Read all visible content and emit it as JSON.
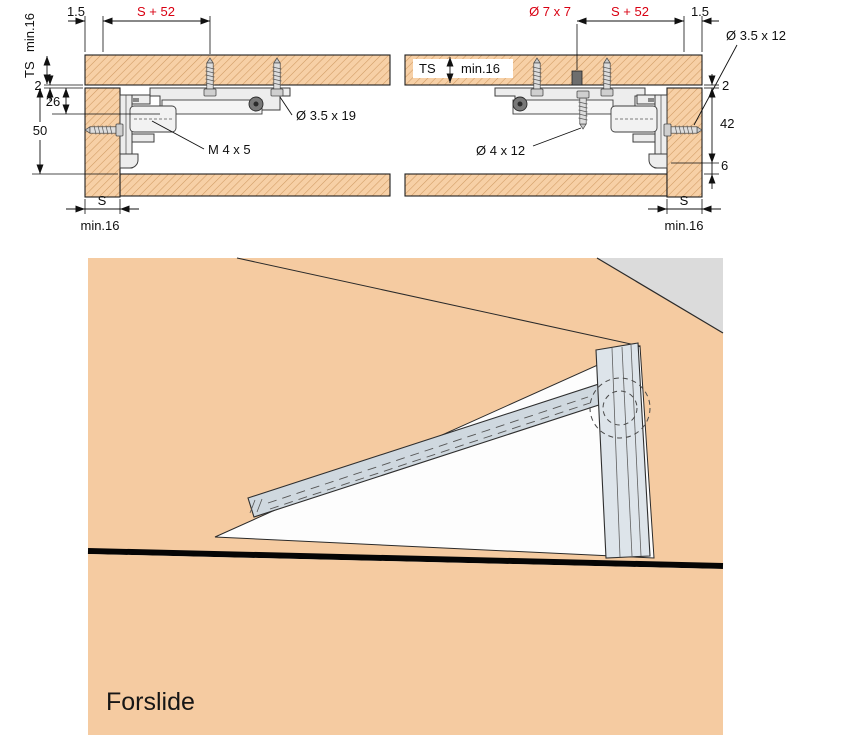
{
  "colors": {
    "wood": "#f7d0a6",
    "wood_hatch": "#cf9a62",
    "dim_red": "#d90012",
    "hardware_gray": "#ededed",
    "rail_metal": "#cfd8df",
    "background_gray": "#dbdbdb"
  },
  "left_view": {
    "edge_offset": "1.5",
    "span": "S + 52",
    "panel_min": "min.16",
    "panel_thickness_label": "TS",
    "gap": "2",
    "mechanism_height": "26",
    "drop": "50",
    "machine_screw": "M 4 x 5",
    "mounting_screw": "Ø 3.5 x 19",
    "door_thickness": "S",
    "door_min": "min.16"
  },
  "right_view": {
    "drill_hole": "Ø 7 x 7",
    "span": "S + 52",
    "edge_offset": "1.5",
    "front_screw": "Ø 3.5 x 12",
    "panel_thickness_label": "TS",
    "panel_min": "min.16",
    "gap": "2",
    "bracket_height": "42",
    "bottom_gap": "6",
    "door_screw": "Ø 4 x 12",
    "door_thickness": "S",
    "door_min": "min.16"
  },
  "illustration": {
    "product_name": "Forslide"
  }
}
